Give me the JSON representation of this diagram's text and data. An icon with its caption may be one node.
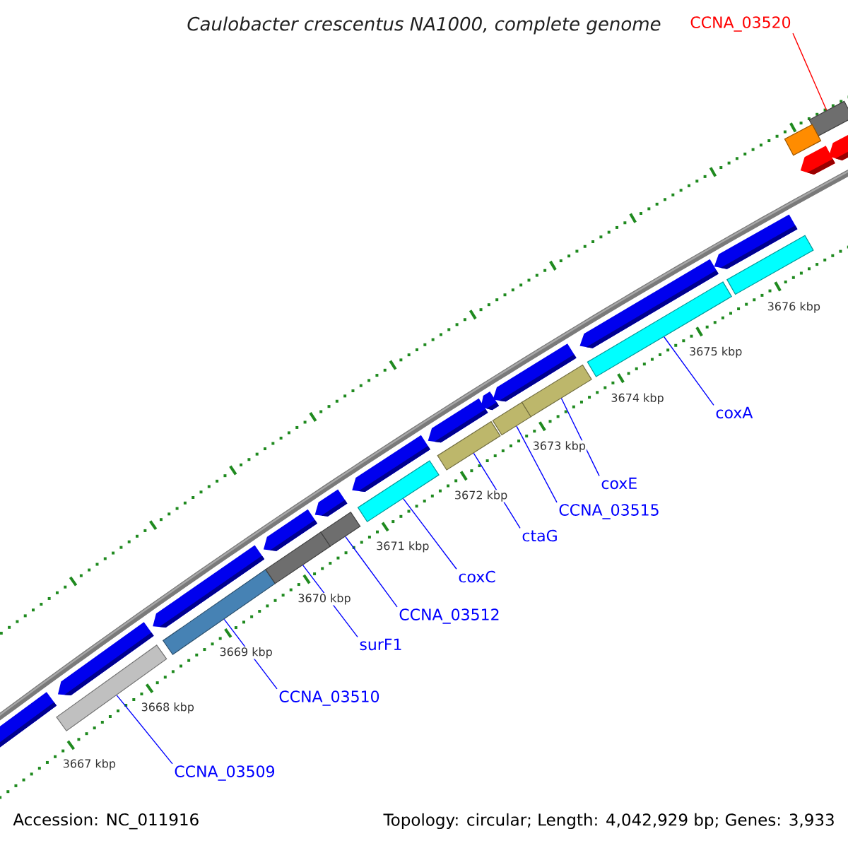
{
  "diagram": {
    "title": "Caulobacter crescentus NA1000, complete genome",
    "nodes": [
      {
        "text": [
          "CCNA_03520"
        ]
      },
      {
        "text": [],
        "shape": "bar"
      },
      {
        "text": [],
        "shape": "bar"
      },
      {
        "text": [
          "CCNA_03509"
        ]
      },
      {
        "text": [],
        "shape": "bar"
      },
      {
        "text": [
          "CCNA_03510"
        ]
      },
      {
        "text": [],
        "shape": "bar"
      },
      {
        "text": [
          "surF1"
        ]
      },
      {
        "text": [],
        "shape": "bar"
      },
      {
        "text": [
          "CCNA_03512"
        ]
      },
      {
        "text": [],
        "shape": "bar"
      },
      {
        "text": [
          "coxC"
        ]
      },
      {
        "text": [],
        "shape": "bar"
      },
      {
        "text": [
          "ctaG"
        ]
      },
      {
        "text": [],
        "shape": "bar"
      },
      {
        "text": [
          "CCNA_03515"
        ]
      },
      {
        "text": [],
        "shape": "bar"
      },
      {
        "text": [
          "coxE"
        ]
      },
      {
        "text": [],
        "shape": "bar"
      },
      {
        "text": [
          "coxA"
        ]
      },
      {
        "text": [],
        "shape": "bar"
      },
      {
        "text": [],
        "shape": "bar"
      },
      {
        "text": [],
        "shape": "pentagon"
      },
      {
        "text": [],
        "shape": "pentagon"
      },
      {
        "text": [],
        "shape": "pentagon"
      },
      {
        "text": [],
        "shape": "pentagon"
      },
      {
        "text": [],
        "shape": "pentagon"
      },
      {
        "text": [],
        "shape": "pentagon"
      },
      {
        "text": [],
        "shape": "pentagon"
      },
      {
        "text": [],
        "shape": "pentagon"
      },
      {
        "text": [],
        "shape": "pentagon"
      },
      {
        "text": [],
        "shape": "pentagon"
      },
      {
        "text": [],
        "shape": "pentagon"
      },
      {
        "text": [],
        "shape": "pentagon"
      },
      {
        "text": [],
        "shape": "pentagon"
      }
    ],
    "edges": [
      {
        "from": 0,
        "to": 1,
        "arrow": "none",
        "color": "#ff0000"
      },
      {
        "from": 3,
        "to": 2,
        "arrow": "none"
      },
      {
        "from": 5,
        "to": 4,
        "arrow": "none"
      },
      {
        "from": 7,
        "to": 6,
        "arrow": "none"
      },
      {
        "from": 9,
        "to": 8,
        "arrow": "none"
      },
      {
        "from": 11,
        "to": 10,
        "arrow": "none"
      },
      {
        "from": 13,
        "to": 12,
        "arrow": "none"
      },
      {
        "from": 15,
        "to": 14,
        "arrow": "none"
      },
      {
        "from": 17,
        "to": 16,
        "arrow": "none"
      },
      {
        "from": 19,
        "to": 18,
        "arrow": "none"
      }
    ],
    "labels": [
      "3667 kbp",
      "3668 kbp",
      "3669 kbp",
      "3670 kbp",
      "3671 kbp",
      "3672 kbp",
      "3673 kbp",
      "3674 kbp",
      "3675 kbp",
      "3676 kbp",
      "Accession: NC_011916",
      "Topology: circular; Length: 4,042,929 bp; Genes: 3,933"
    ]
  }
}
